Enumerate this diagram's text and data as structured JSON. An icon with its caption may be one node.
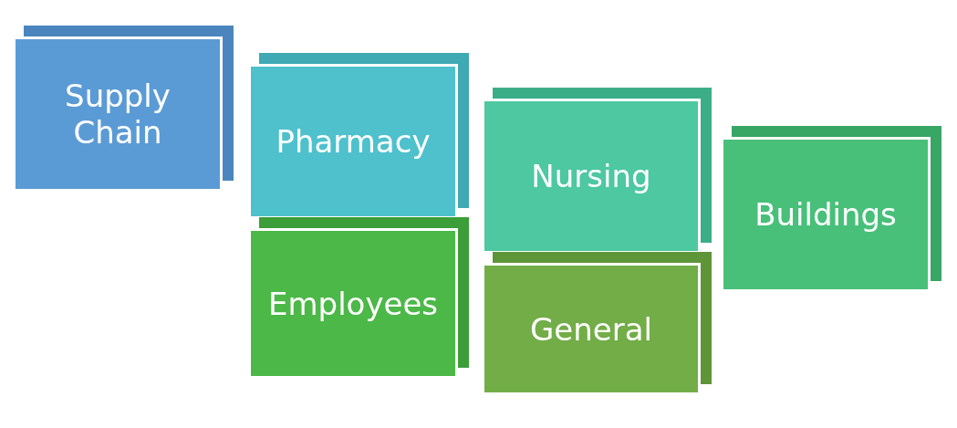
{
  "diagram": {
    "nodes": [
      {
        "text": [
          "Supply Chain"
        ]
      },
      {
        "text": [
          "Pharmacy"
        ]
      },
      {
        "text": [
          "Nursing"
        ]
      },
      {
        "text": [
          "Buildings"
        ]
      },
      {
        "text": [
          "Employees"
        ]
      },
      {
        "text": [
          "General"
        ]
      }
    ]
  }
}
